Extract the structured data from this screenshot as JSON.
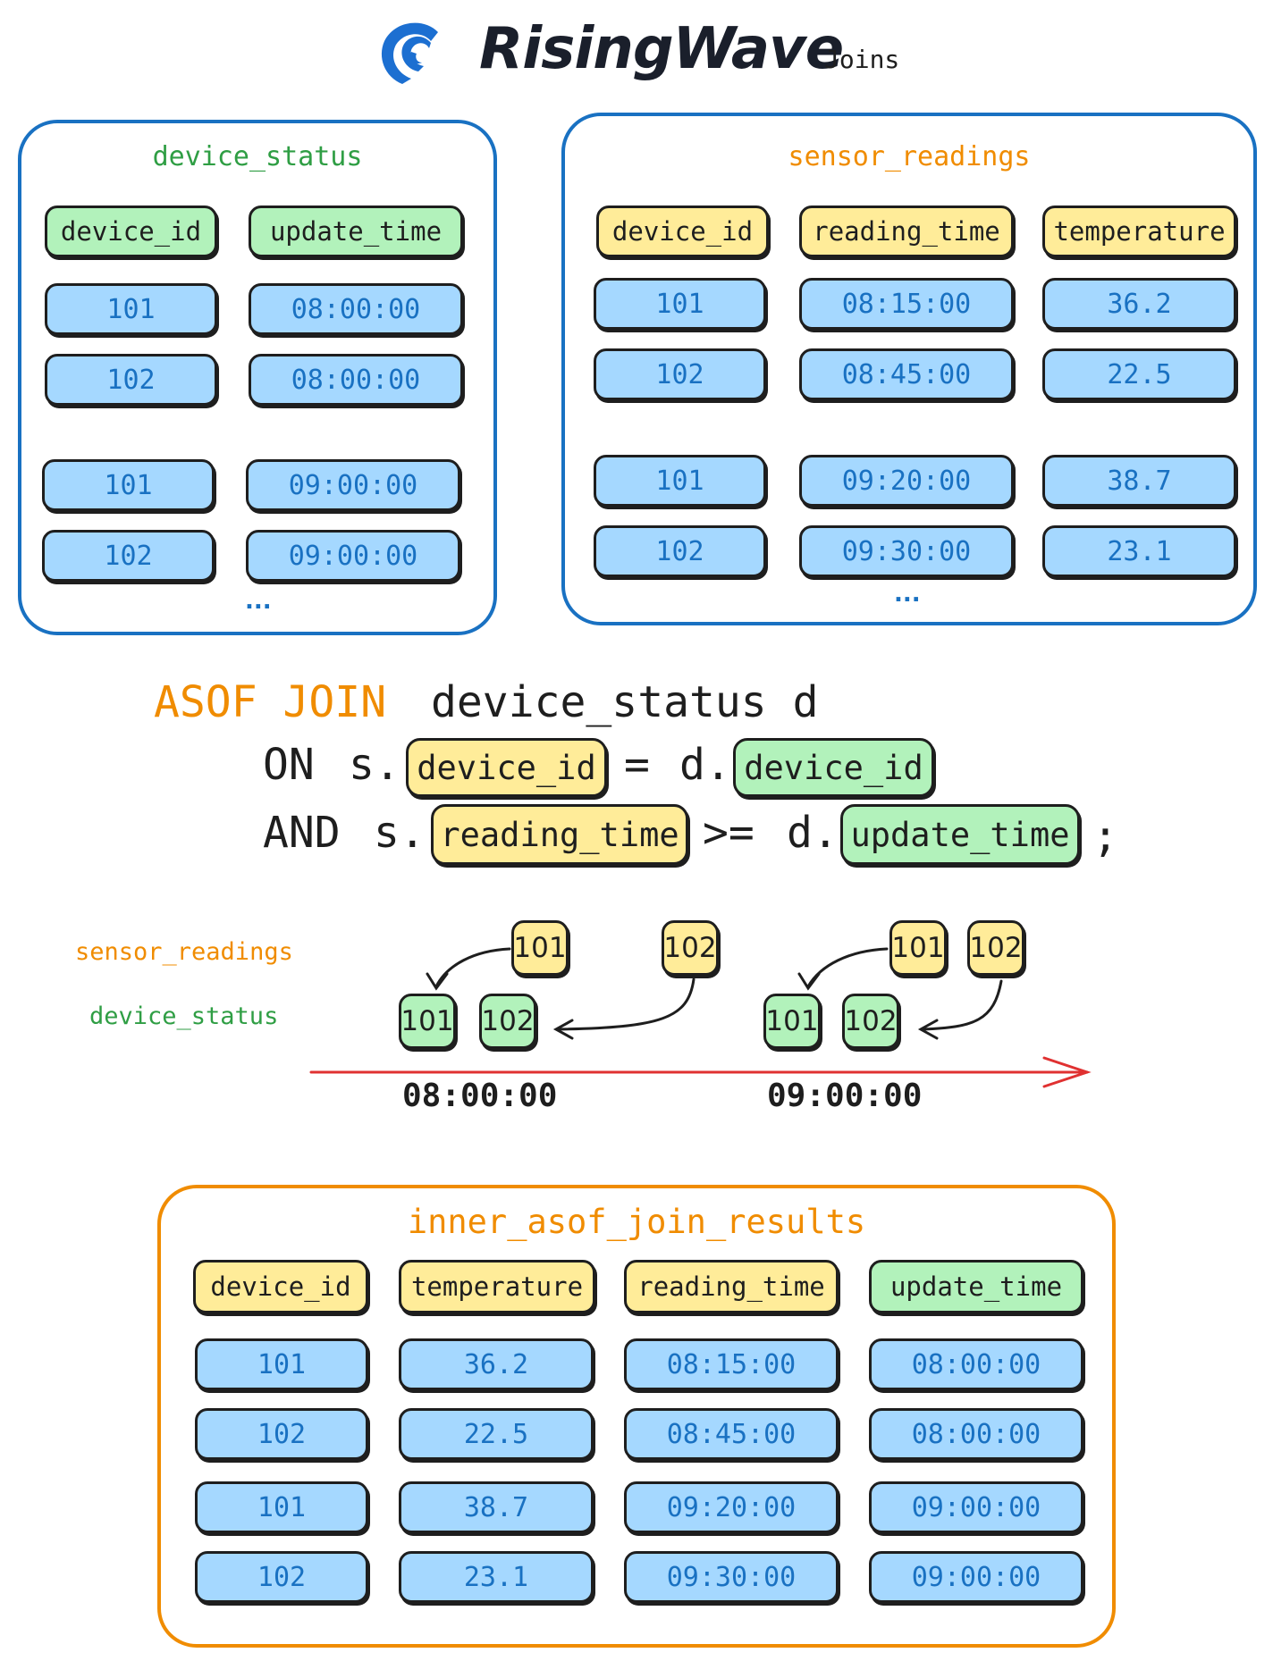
{
  "header": {
    "brand": "RisingWave",
    "subtitle": "Joins"
  },
  "colors": {
    "blue": "#1971c2",
    "orange": "#f08c00",
    "green": "#2f9e44",
    "yellow": "#ffec99",
    "mint": "#b2f2bb",
    "cell": "#a5d8ff",
    "red": "#e03131"
  },
  "device_status": {
    "title": "device_status",
    "headers": [
      "device_id",
      "update_time"
    ],
    "rows": [
      [
        "101",
        "08:00:00"
      ],
      [
        "102",
        "08:00:00"
      ],
      [
        "101",
        "09:00:00"
      ],
      [
        "102",
        "09:00:00"
      ]
    ],
    "more": "..."
  },
  "sensor_readings": {
    "title": "sensor_readings",
    "headers": [
      "device_id",
      "reading_time",
      "temperature"
    ],
    "rows": [
      [
        "101",
        "08:15:00",
        "36.2"
      ],
      [
        "102",
        "08:45:00",
        "22.5"
      ],
      [
        "101",
        "09:20:00",
        "38.7"
      ],
      [
        "102",
        "09:30:00",
        "23.1"
      ]
    ],
    "more": "..."
  },
  "query": {
    "kw": "ASOF JOIN",
    "line1_rest": "device_status d",
    "on": "ON",
    "s1": "s.",
    "s_device_id": "device_id",
    "eq": "=",
    "d1": "d.",
    "d_device_id": "device_id",
    "and": "AND",
    "s2": "s.",
    "s_reading_time": "reading_time",
    "gte": ">=",
    "d2": "d.",
    "d_update_time": "update_time",
    "semicolon": ";"
  },
  "timeline": {
    "sensor_label": "sensor_readings",
    "status_label": "device_status",
    "t1": "08:00:00",
    "t2": "09:00:00",
    "chips": {
      "s1": "101",
      "s2": "102",
      "s3": "101",
      "s4": "102",
      "d1": "101",
      "d2": "102",
      "d3": "101",
      "d4": "102"
    }
  },
  "results": {
    "title": "inner_asof_join_results",
    "headers": [
      "device_id",
      "temperature",
      "reading_time",
      "update_time"
    ],
    "rows": [
      [
        "101",
        "36.2",
        "08:15:00",
        "08:00:00"
      ],
      [
        "102",
        "22.5",
        "08:45:00",
        "08:00:00"
      ],
      [
        "101",
        "38.7",
        "09:20:00",
        "09:00:00"
      ],
      [
        "102",
        "23.1",
        "09:30:00",
        "09:00:00"
      ]
    ]
  }
}
